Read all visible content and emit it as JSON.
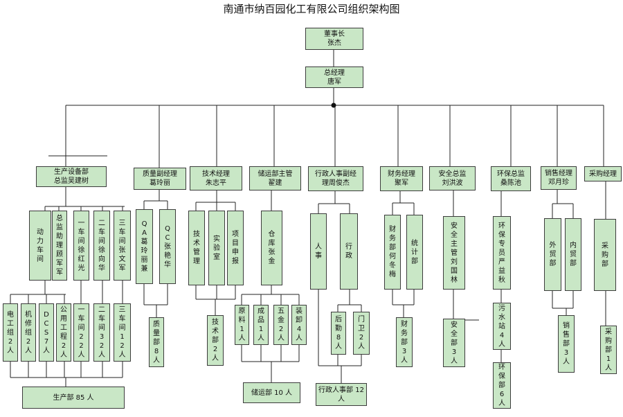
{
  "title": "南通市纳百园化工有限公司组织架构图",
  "nodes": {
    "chairman": "董事长\n张杰",
    "gm": "总经理\n唐军",
    "prod_head": "生产设备部\n总监吴建树",
    "qa_head": "质量副经理\n葛玲丽",
    "tech_head": "技术经理\n朱志平",
    "store_head": "储运部主管\n翟建",
    "admin_head": "行政人事副经\n理周俊杰",
    "fin_head": "财务经理\n聚军",
    "safe_head": "安全总监\n刘洪波",
    "env_head": "环保总监\n桑陈池",
    "sales_head": "销售经理\n邓月珍",
    "purch_head": "采购经理",
    "p_power": "动力车间",
    "p_assist": "总监助理顾军军",
    "p_ws1": "一车间徐红光",
    "p_ws2": "二车间徐向华",
    "p_ws3": "三车间张文军",
    "p_elec": "电工组2人",
    "p_mech": "机修组2人",
    "p_dcs": "DCS7人",
    "p_public": "公用工程2人",
    "p_ws1n": "一车间22人",
    "p_ws2n": "二车间32人",
    "p_ws3n": "三车间12人",
    "p_total": "生产部 85 人",
    "qa_qa": "QA葛玲丽兼",
    "qa_qc": "QC张艳华",
    "qa_total": "质量部8人",
    "t_mgmt": "技术管理",
    "t_lab": "实验室",
    "t_proj": "项目申报",
    "t_total": "技术部2人",
    "s_wh": "仓库张金",
    "s_raw": "原料1人",
    "s_fin": "成品1人",
    "s_hw": "五金2人",
    "s_load": "装卸4人",
    "s_total": "储运部 10 人",
    "a_hr": "人事",
    "a_adm": "行政",
    "a_log": "后勤8人",
    "a_guard": "门卫2人",
    "a_total": "行政人事部 12 人",
    "f_fin": "财务部何冬梅",
    "f_stat": "统计部",
    "f_total": "财务部3人",
    "sf_mgr": "安全主管刘国林",
    "sf_total": "安全部3人",
    "e_spec": "环保专员严益秋",
    "e_sew": "污水站4人",
    "e_total": "环保部6人",
    "sl_ext": "外贸部",
    "sl_int": "内贸部",
    "sl_total": "销售部3人",
    "pu_dept": "采购部",
    "pu_total": "采购部1人"
  }
}
